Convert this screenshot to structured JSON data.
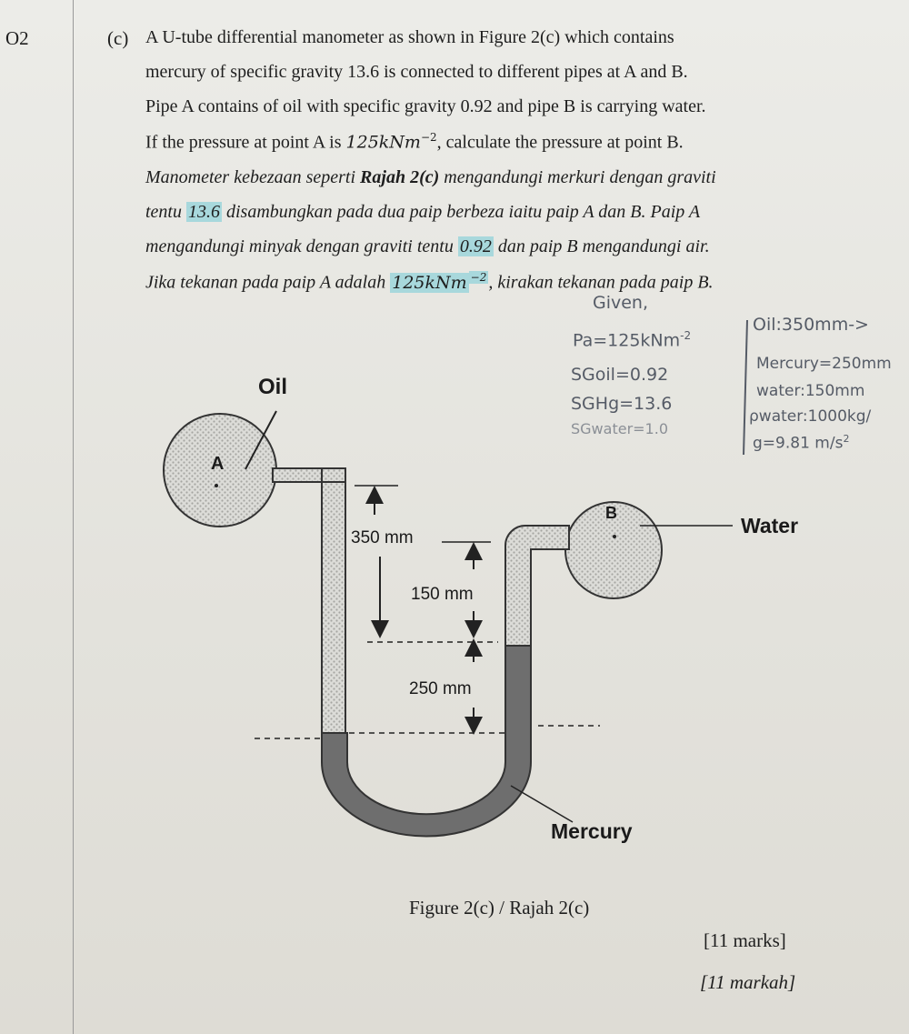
{
  "question": {
    "number": "O2",
    "part": "(c)",
    "english": [
      "A U-tube differential manometer as shown in Figure 2(c) which contains",
      "mercury of specific gravity 13.6 is connected to different pipes at A and B.",
      "Pipe A contains of oil with specific gravity 0.92 and pipe B is carrying water.",
      "If the pressure at point A is ",
      "125kNm",
      "−2",
      ", calculate the pressure at point B."
    ],
    "malay": {
      "l1_a": "Manometer kebezaan seperti ",
      "l1_b": "Rajah 2(c)",
      "l1_c": " mengandungi merkuri dengan graviti",
      "l2_a": "tentu ",
      "l2_hl": "13.6",
      "l2_b": " disambungkan pada dua paip berbeza iaitu paip A dan B.  Paip A",
      "l3_a": "mengandungi minyak dengan graviti tentu ",
      "l3_hl": "0.92",
      "l3_b": " dan paip B mengandungi air.",
      "l4_a": "Jika tekanan pada paip A adalah ",
      "l4_hl": "125kNm",
      "l4_sup": "−2",
      "l4_b": ", kirakan tekanan pada paip B."
    }
  },
  "handwritten_notes": {
    "given": "Given,",
    "pa": "Pa=125kNm",
    "pa_sup": "-2",
    "sg_oil": "SGoil=0.92",
    "sg_hg": "SGHg=13.6",
    "sg_water": "SGwater=1.0",
    "oil_len": "Oil:350mm->",
    "mercury_len": "Mercury=250mm",
    "water_len": "water:150mm",
    "rho_water": "ρwater:1000kg/",
    "g": "g=9.81 m/s",
    "g_sup": "2"
  },
  "figure": {
    "label_oil": "Oil",
    "label_a": "A",
    "label_b": "B",
    "label_water": "Water",
    "label_mercury": "Mercury",
    "dim_350": "350 mm",
    "dim_150": "150 mm",
    "dim_250": "250 mm",
    "caption": "Figure 2(c) / Rajah 2(c)"
  },
  "marks": {
    "english": "[11 marks]",
    "malay": "[11 markah]"
  },
  "colors": {
    "mercury": "#6e6e6e",
    "fluid_light": "#d6d6d2",
    "highlight": "#a8d8dc"
  }
}
